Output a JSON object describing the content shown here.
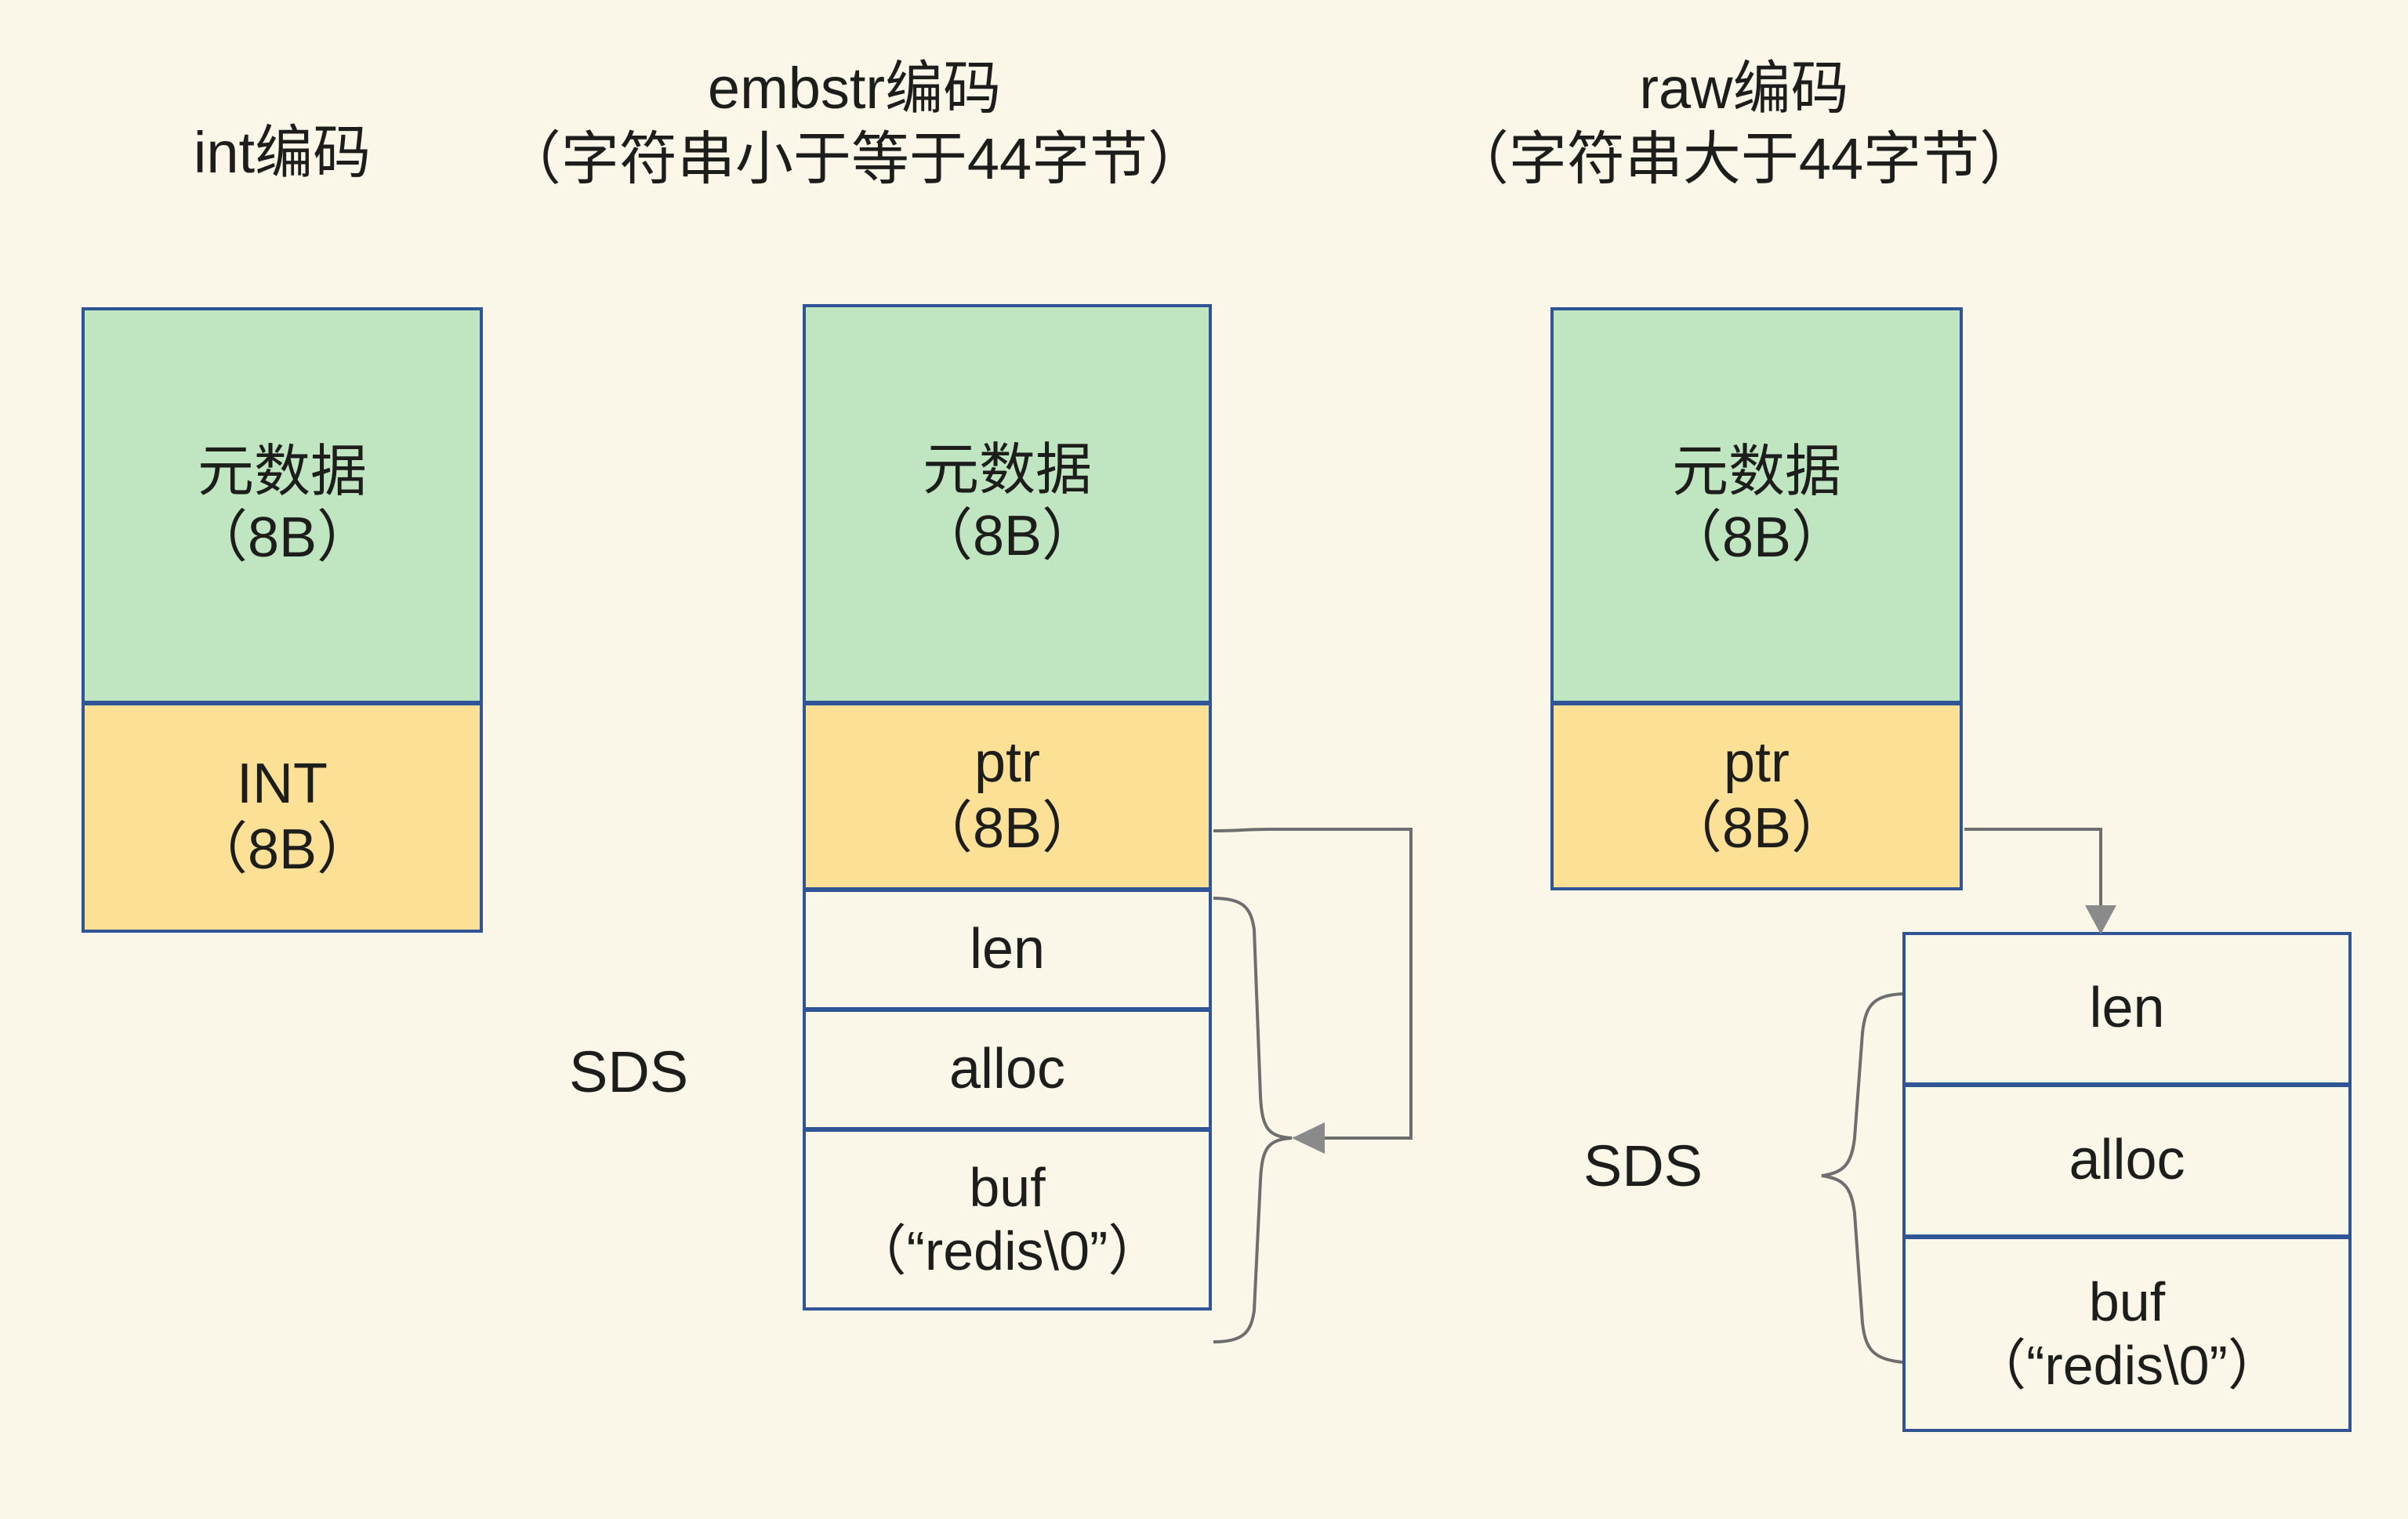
{
  "canvas": {
    "background_color": "#faf7e9",
    "border_color": "#2f5597",
    "metadata_fill": "#bfe5c1",
    "pointer_fill": "#fbe096",
    "plain_fill": "#faf7e9",
    "connector_color": "#6e6e6e"
  },
  "headings": {
    "int": "int编码",
    "embstr": "embstr编码\n（字符串小于等于44字节）",
    "raw": "raw编码\n（字符串大于44字节）"
  },
  "columns": {
    "int": {
      "title": "int编码",
      "boxes": [
        {
          "label": "元数据\n（8B）",
          "fill": "green"
        },
        {
          "label": "INT\n（8B）",
          "fill": "yellow"
        }
      ]
    },
    "embstr": {
      "title": "embstr编码",
      "subtitle": "（字符串小于等于44字节）",
      "sds_label": "SDS",
      "boxes": [
        {
          "label": "元数据\n（8B）",
          "fill": "green"
        },
        {
          "label": "ptr\n（8B）",
          "fill": "yellow"
        },
        {
          "label": "len",
          "fill": "plain"
        },
        {
          "label": "alloc",
          "fill": "plain"
        },
        {
          "label": "buf\n（“redis\\0”）",
          "fill": "plain"
        }
      ]
    },
    "raw": {
      "title": "raw编码",
      "subtitle": "（字符串大于44字节）",
      "sds_label": "SDS",
      "object_boxes": [
        {
          "label": "元数据\n（8B）",
          "fill": "green"
        },
        {
          "label": "ptr\n（8B）",
          "fill": "yellow"
        }
      ],
      "sds_boxes": [
        {
          "label": "len",
          "fill": "plain"
        },
        {
          "label": "alloc",
          "fill": "plain"
        },
        {
          "label": "buf\n（“redis\\0”）",
          "fill": "plain"
        }
      ]
    }
  }
}
